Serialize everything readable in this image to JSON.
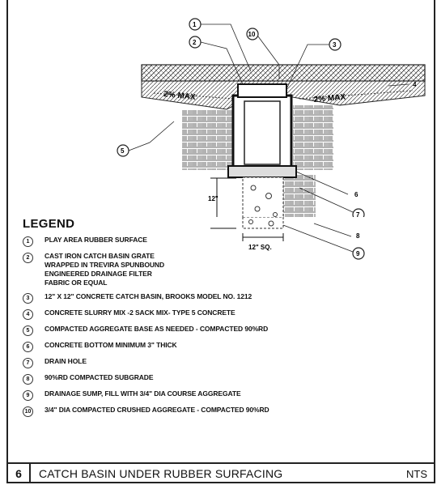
{
  "detail": {
    "callouts": [
      "1",
      "2",
      "10",
      "3",
      "4",
      "5",
      "6",
      "7",
      "8",
      "9"
    ],
    "slope_left": "2% MAX",
    "slope_right": "2% MAX",
    "dim_depth": "12\"",
    "dim_width": "12\" SQ."
  },
  "legend": {
    "title": "LEGEND",
    "items": [
      {
        "num": "1",
        "lines": [
          "PLAY AREA RUBBER SURFACE"
        ]
      },
      {
        "num": "2",
        "lines": [
          "CAST IRON CATCH BASIN GRATE",
          "WRAPPED IN TREVIRA SPUNBOUND",
          "ENGINEERED DRAINAGE FILTER",
          "FABRIC OR EQUAL"
        ]
      },
      {
        "num": "3",
        "lines": [
          "12\" X 12\" CONCRETE CATCH BASIN, BROOKS MODEL NO. 1212"
        ]
      },
      {
        "num": "4",
        "lines": [
          "CONCRETE SLURRY MIX -2 SACK MIX- TYPE 5 CONCRETE"
        ]
      },
      {
        "num": "5",
        "lines": [
          "COMPACTED AGGREGATE BASE AS NEEDED - COMPACTED 90%RD"
        ]
      },
      {
        "num": "6",
        "lines": [
          "CONCRETE BOTTOM MINIMUM 3\" THICK"
        ]
      },
      {
        "num": "7",
        "lines": [
          "DRAIN HOLE"
        ]
      },
      {
        "num": "8",
        "lines": [
          "90%RD COMPACTED SUBGRADE"
        ]
      },
      {
        "num": "9",
        "lines": [
          "DRAINAGE SUMP, FILL WITH 3/4\" DIA COURSE AGGREGATE"
        ]
      },
      {
        "num": "10",
        "lines": [
          "3/4\" DIA COMPACTED CRUSHED AGGREGATE - COMPACTED 90%RD"
        ]
      }
    ]
  },
  "title_block": {
    "detail_number": "6",
    "title": "CATCH BASIN UNDER RUBBER SURFACING",
    "scale": "NTS"
  }
}
